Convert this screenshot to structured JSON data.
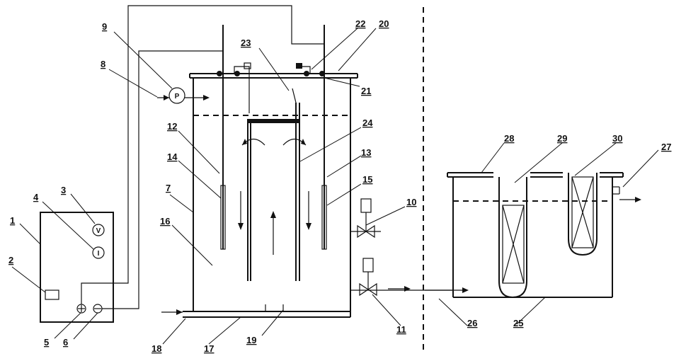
{
  "callouts": [
    "1",
    "2",
    "3",
    "4",
    "5",
    "6",
    "7",
    "8",
    "9",
    "10",
    "11",
    "12",
    "13",
    "14",
    "15",
    "16",
    "17",
    "18",
    "19",
    "20",
    "21",
    "22",
    "23",
    "24",
    "25",
    "26",
    "27",
    "28",
    "29",
    "30"
  ],
  "symbols": {
    "voltmeter": "V",
    "ammeter": "I",
    "pump": "P",
    "positive_terminal": "⊕",
    "negative_terminal": "⊖"
  }
}
